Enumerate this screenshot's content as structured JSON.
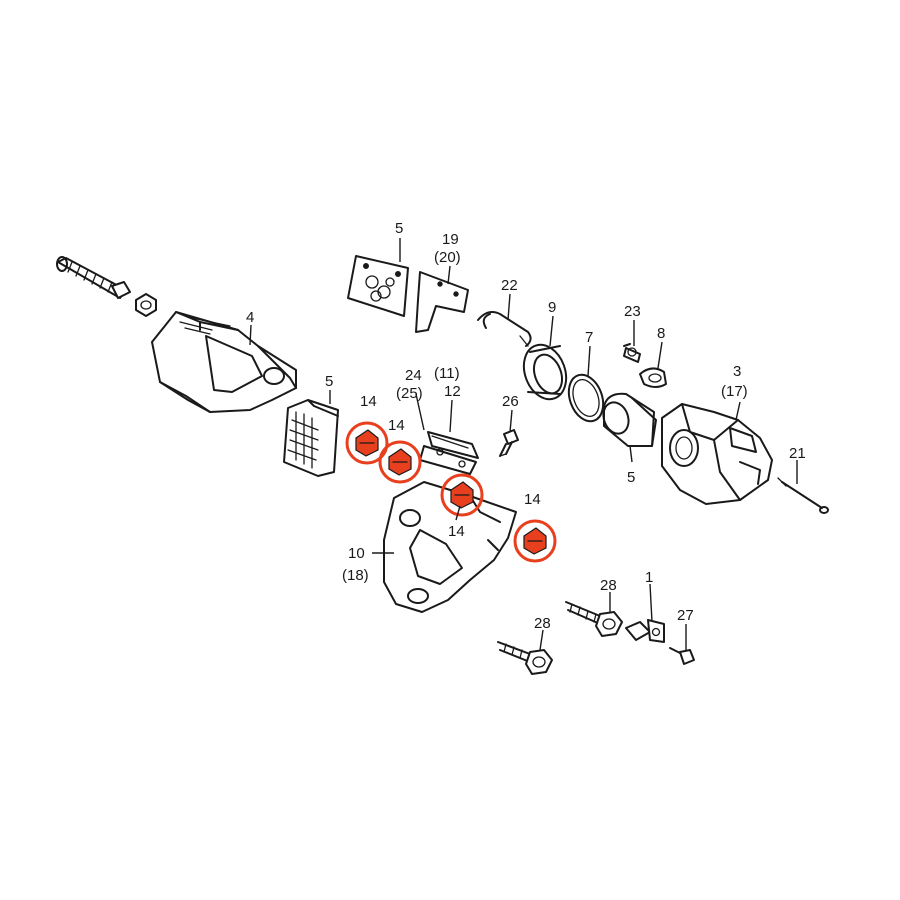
{
  "callouts": {
    "c1": "1",
    "c3": "3",
    "c3alt": "(17)",
    "c4": "4",
    "c5_top": "5",
    "c5_left": "5",
    "c5_right": "5",
    "c7": "7",
    "c8": "8",
    "c9": "9",
    "c10": "10",
    "c10alt": "(18)",
    "c11": "(11)",
    "c12": "12",
    "c14_a": "14",
    "c14_b": "14",
    "c14_c": "14",
    "c14_d": "14",
    "c19": "19",
    "c19alt": "(20)",
    "c21": "21",
    "c22": "22",
    "c23": "23",
    "c24": "24",
    "c24alt": "(25)",
    "c26": "26",
    "c27": "27",
    "c28_a": "28",
    "c28_b": "28"
  },
  "colors": {
    "highlight": "#e8401f",
    "ink": "#1a1a1a",
    "background": "#ffffff"
  }
}
